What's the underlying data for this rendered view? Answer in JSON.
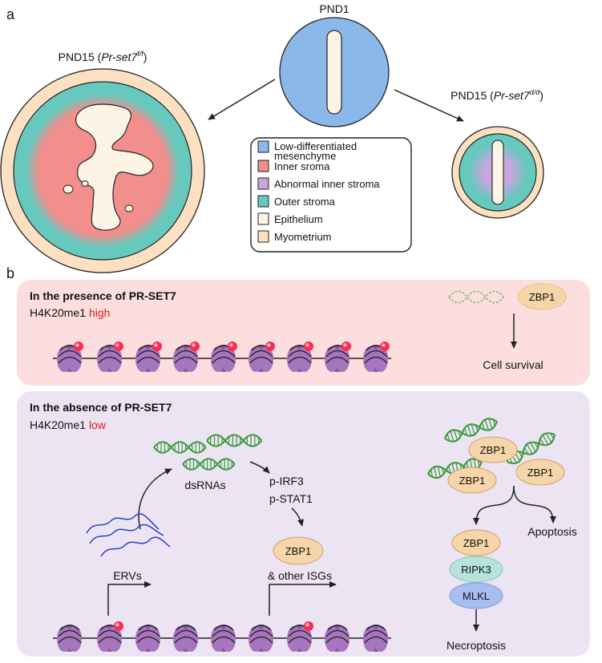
{
  "panel_a": {
    "letter": "a",
    "pnd1_label": "PND1",
    "left_label_prefix": "PND15 (",
    "left_label_gene": "Pr-set7",
    "left_label_sup": "f/f",
    "left_label_suffix": ")",
    "right_label_prefix": "PND15 (",
    "right_label_gene": "Pr-set7",
    "right_label_sup": "d/d",
    "right_label_suffix": ")",
    "legend": [
      {
        "line1": "Low-differentiated",
        "line2": "mesenchyme",
        "color": "#8ab8e8"
      },
      {
        "line1": "Inner sroma",
        "line2": "",
        "color": "#f28e8c"
      },
      {
        "line1": "Abnormal inner stroma",
        "line2": "",
        "color": "#c9a6e0"
      },
      {
        "line1": "Outer stroma",
        "line2": "",
        "color": "#67c8be"
      },
      {
        "line1": "Epithelium",
        "line2": "",
        "color": "#fdf4e6"
      },
      {
        "line1": "Myometrium",
        "line2": "",
        "color": "#fde0c2"
      }
    ]
  },
  "panel_b": {
    "letter": "b",
    "top": {
      "title": "In the presence of PR-SET7",
      "mark_label": "H4K20me1",
      "mark_level": "high",
      "zbp1": "ZBP1",
      "outcome": "Cell survival"
    },
    "bottom": {
      "title": "In the absence of PR-SET7",
      "mark_label": "H4K20me1",
      "mark_level": "low",
      "dsrnas": "dsRNAs",
      "pirf3": "p-IRF3",
      "pstat1": "p-STAT1",
      "zbp1": "ZBP1",
      "isgs": "& other ISGs",
      "ervs": "ERVs",
      "cluster_zbp1": [
        "ZBP1",
        "ZBP1",
        "ZBP1"
      ],
      "apoptosis": "Apoptosis",
      "necro_stack": [
        "ZBP1",
        "RIPK3",
        "MLKL"
      ],
      "necroptosis": "Necroptosis"
    }
  },
  "colors": {
    "pink_panel": "#fbdedd",
    "purple_panel": "#ece4f3",
    "nucleosome": "#9c68b4",
    "red_mark": "#ff2a4f",
    "zbp1": "#f6d5a8",
    "ripk3": "#b7e3dd",
    "mlkl": "#a8bdf0",
    "dsrna": "#3d9a3d",
    "erv": "#2b3fc9"
  }
}
